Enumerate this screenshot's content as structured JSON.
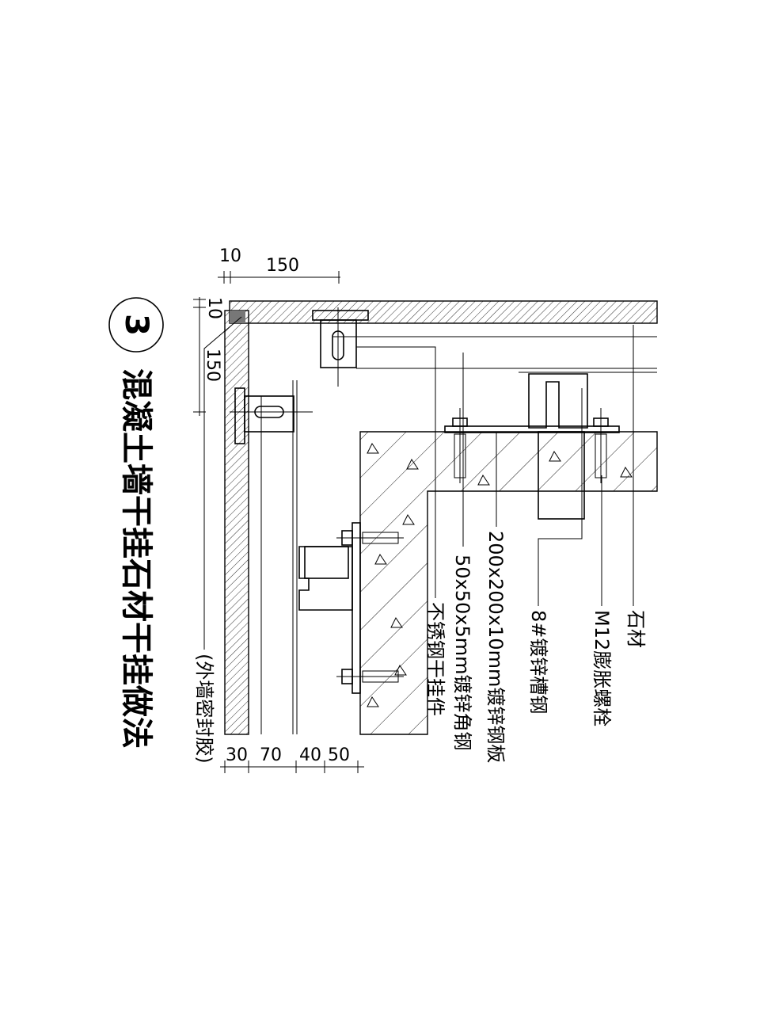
{
  "detail_number": "3",
  "title": "混凝土墙干挂石材干挂做法",
  "dimensions": {
    "top_a": "10",
    "top_b": "150",
    "side_a": "10",
    "side_b": "150",
    "bottom_a": "30",
    "bottom_b": "70",
    "bottom_c": "40",
    "bottom_d": "50"
  },
  "labels": {
    "stone": "石材",
    "anchor_bolt": "M12膨胀螺栓",
    "channel_steel": "8#镀锌槽钢",
    "steel_plate": "200x200x10mm镀锌钢板",
    "angle_steel": "50x50x5mm镀锌角钢",
    "pendant": "不锈钢干挂件",
    "sealant": "(外墙密封胶)"
  }
}
